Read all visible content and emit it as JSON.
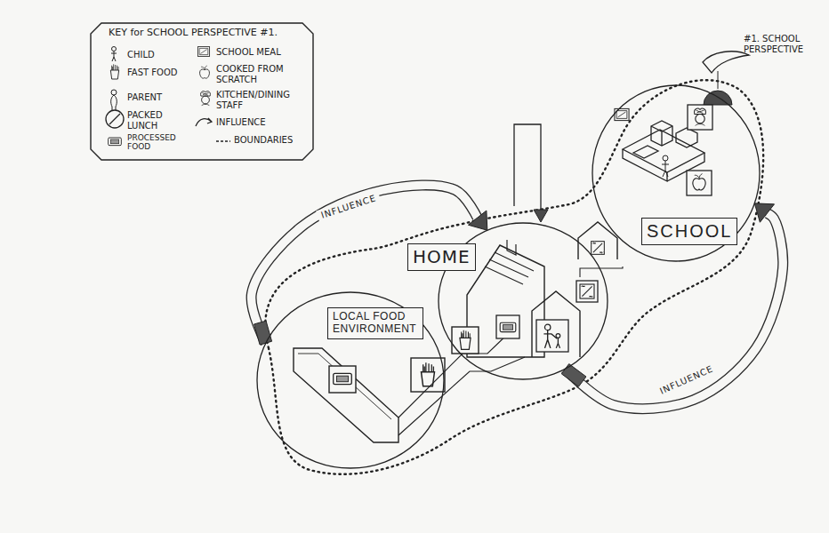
{
  "diagram": {
    "nodes": [
      {
        "text": [
          "LOCAL FOOD ENVIRONMENT"
        ]
      },
      {
        "text": [
          "HOME"
        ]
      },
      {
        "text": [
          "SCHOOL"
        ]
      }
    ],
    "edges": [
      {
        "from": 0,
        "to": 1,
        "label": "INFLUENCE",
        "arrow": "to"
      },
      {
        "from": 1,
        "to": 2,
        "label": "INFLUENCE",
        "arrow": "to"
      }
    ],
    "labels": [
      "KEY for SCHOOL PERSPECTIVE #1.",
      "#1. SCHOOL PERSPECTIVE"
    ],
    "legend": [
      {
        "text": "CHILD"
      },
      {
        "text": "SCHOOL MEAL"
      },
      {
        "text": "FAST FOOD"
      },
      {
        "text": "COOKED FROM SCRATCH"
      },
      {
        "text": "PARENT"
      },
      {
        "text": "KITCHEN/DINING STAFF"
      },
      {
        "text": "PACKED LUNCH"
      },
      {
        "text": "INFLUENCE"
      },
      {
        "text": "PROCESSED FOOD"
      },
      {
        "text": "BOUNDARIES"
      }
    ]
  }
}
